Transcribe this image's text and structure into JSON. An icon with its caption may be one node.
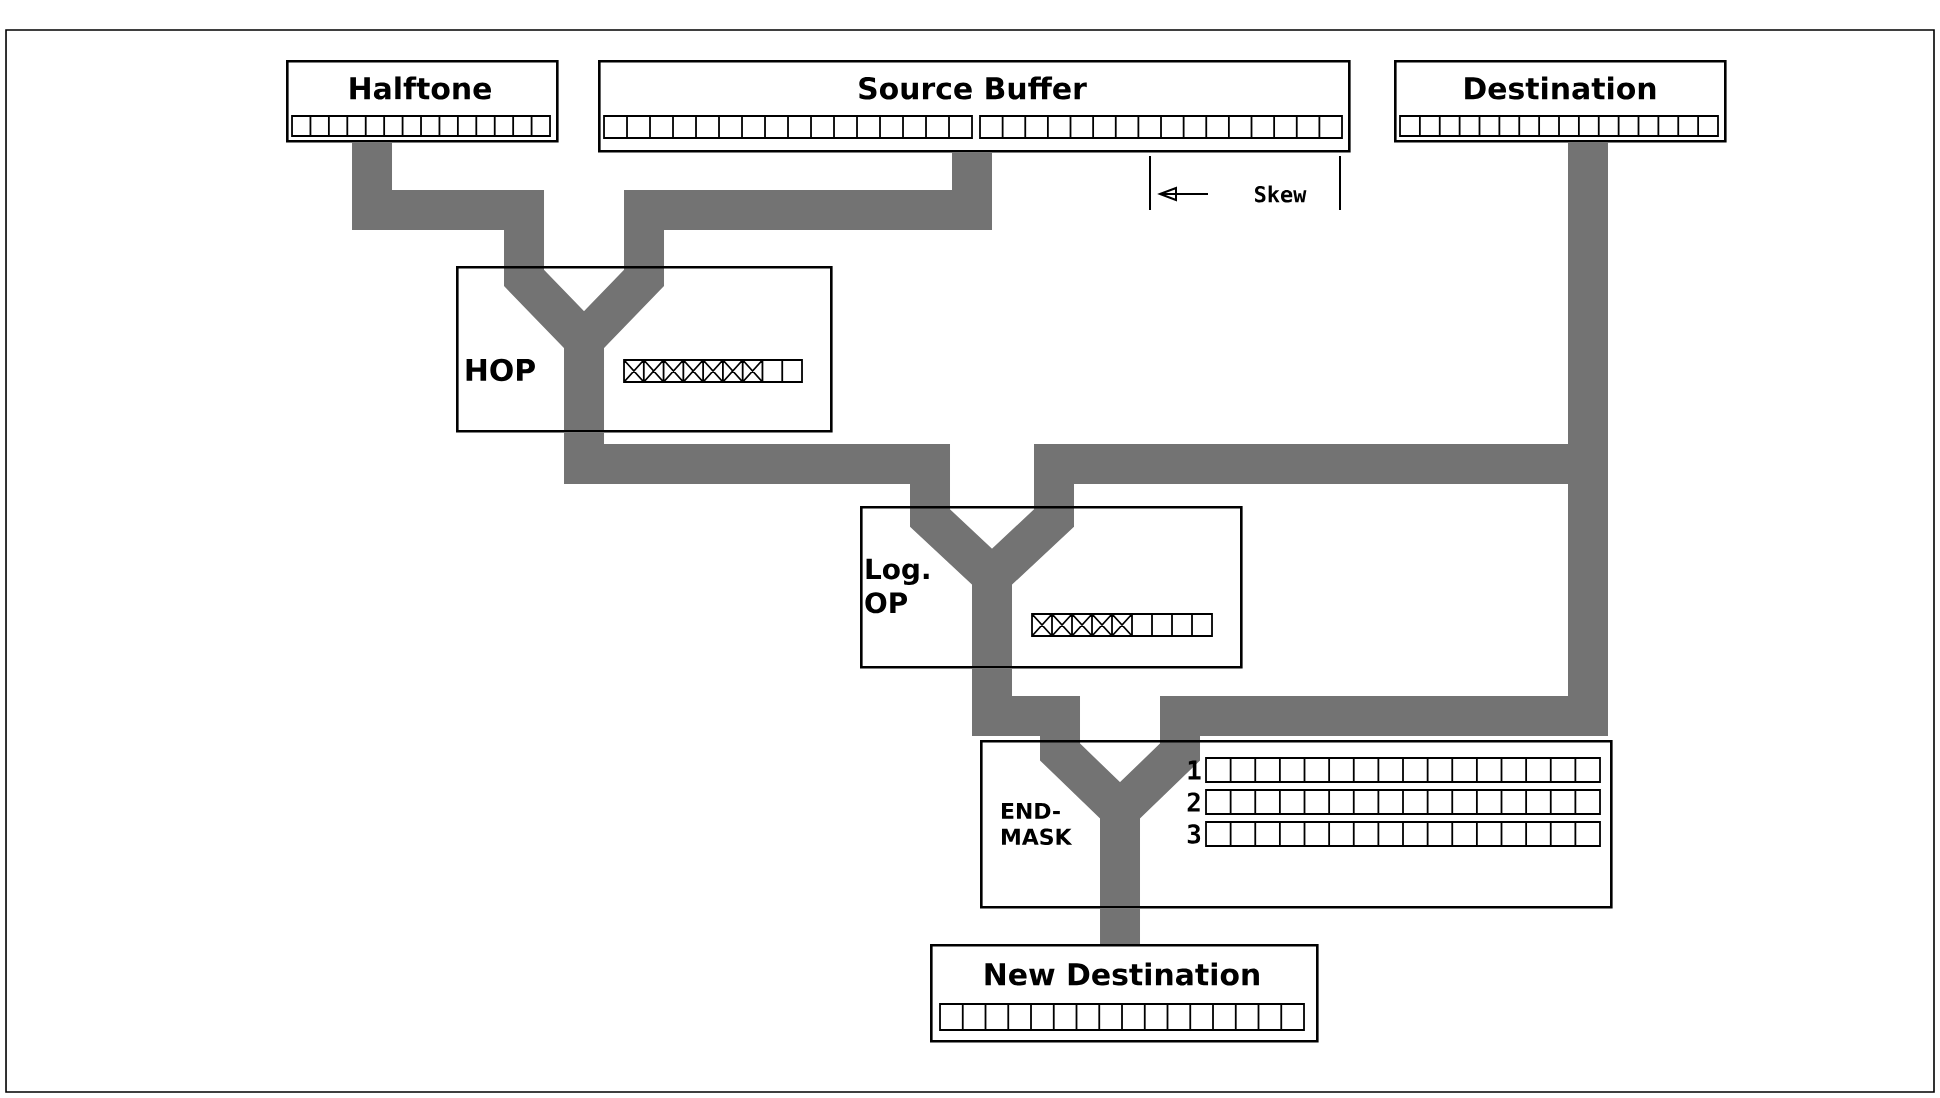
{
  "diagram": {
    "nodes": [
      {
        "text": [
          "Halftone"
        ]
      },
      {
        "text": [
          "Source Buffer"
        ]
      },
      {
        "text": [
          "Destination"
        ]
      },
      {
        "text": [
          "HOP"
        ]
      },
      {
        "text": [
          "Log. OP"
        ]
      },
      {
        "text": [
          "END-MASK"
        ]
      },
      {
        "text": [
          "New Destination"
        ]
      }
    ],
    "edges": [
      {
        "from": 0,
        "to": 3,
        "arrow": "none"
      },
      {
        "from": 1,
        "to": 3,
        "arrow": "none"
      },
      {
        "from": 3,
        "to": 4,
        "arrow": "none"
      },
      {
        "from": 2,
        "to": 4,
        "arrow": "none"
      },
      {
        "from": 4,
        "to": 5,
        "arrow": "none"
      },
      {
        "from": 2,
        "to": 5,
        "arrow": "none"
      },
      {
        "from": 5,
        "to": 6,
        "arrow": "none"
      }
    ],
    "labels": [
      "Skew",
      "1",
      "2",
      "3"
    ]
  }
}
